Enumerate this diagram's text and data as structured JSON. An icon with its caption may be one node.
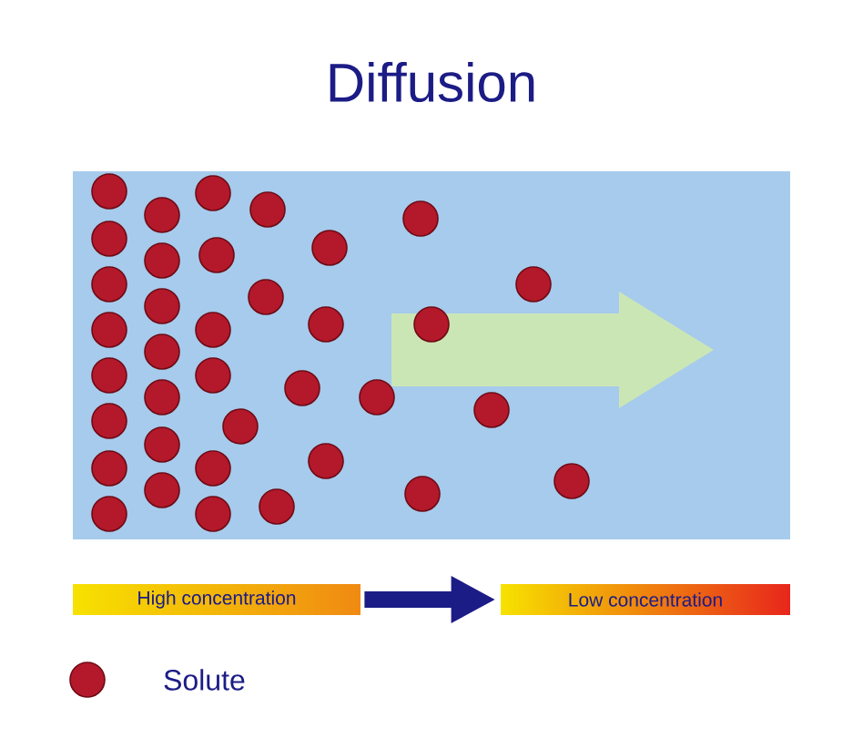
{
  "diagram": {
    "title": "Diffusion",
    "nodes": [
      {
        "text": [
          "High concentration"
        ]
      },
      {
        "text": [
          "Low concentration"
        ]
      }
    ],
    "edges": [
      {
        "from": 0,
        "to": 1,
        "arrow": "to"
      }
    ],
    "legend": [
      {
        "text": "Solute"
      }
    ]
  }
}
